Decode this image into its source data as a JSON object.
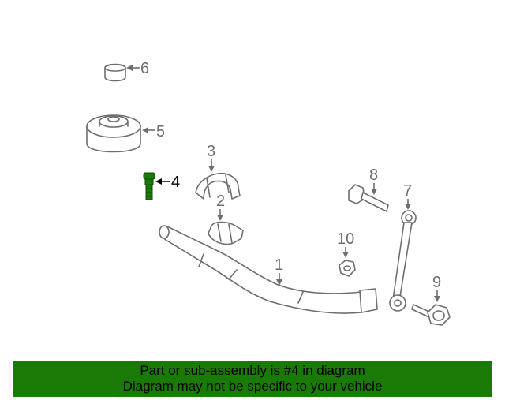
{
  "callouts": {
    "c1": "1",
    "c2": "2",
    "c3": "3",
    "c4": "4",
    "c5": "5",
    "c6": "6",
    "c7": "7",
    "c8": "8",
    "c9": "9",
    "c10": "10"
  },
  "highlight_part": "4",
  "colors": {
    "line_gray": "#6e6e6e",
    "highlight_green": "#1a7a06",
    "banner_green": "#1a7a06",
    "text_black": "#000000"
  },
  "banner": {
    "line1": "Part or sub-assembly is #4 in diagram",
    "line2": "Diagram may not be specific to your vehicle"
  }
}
